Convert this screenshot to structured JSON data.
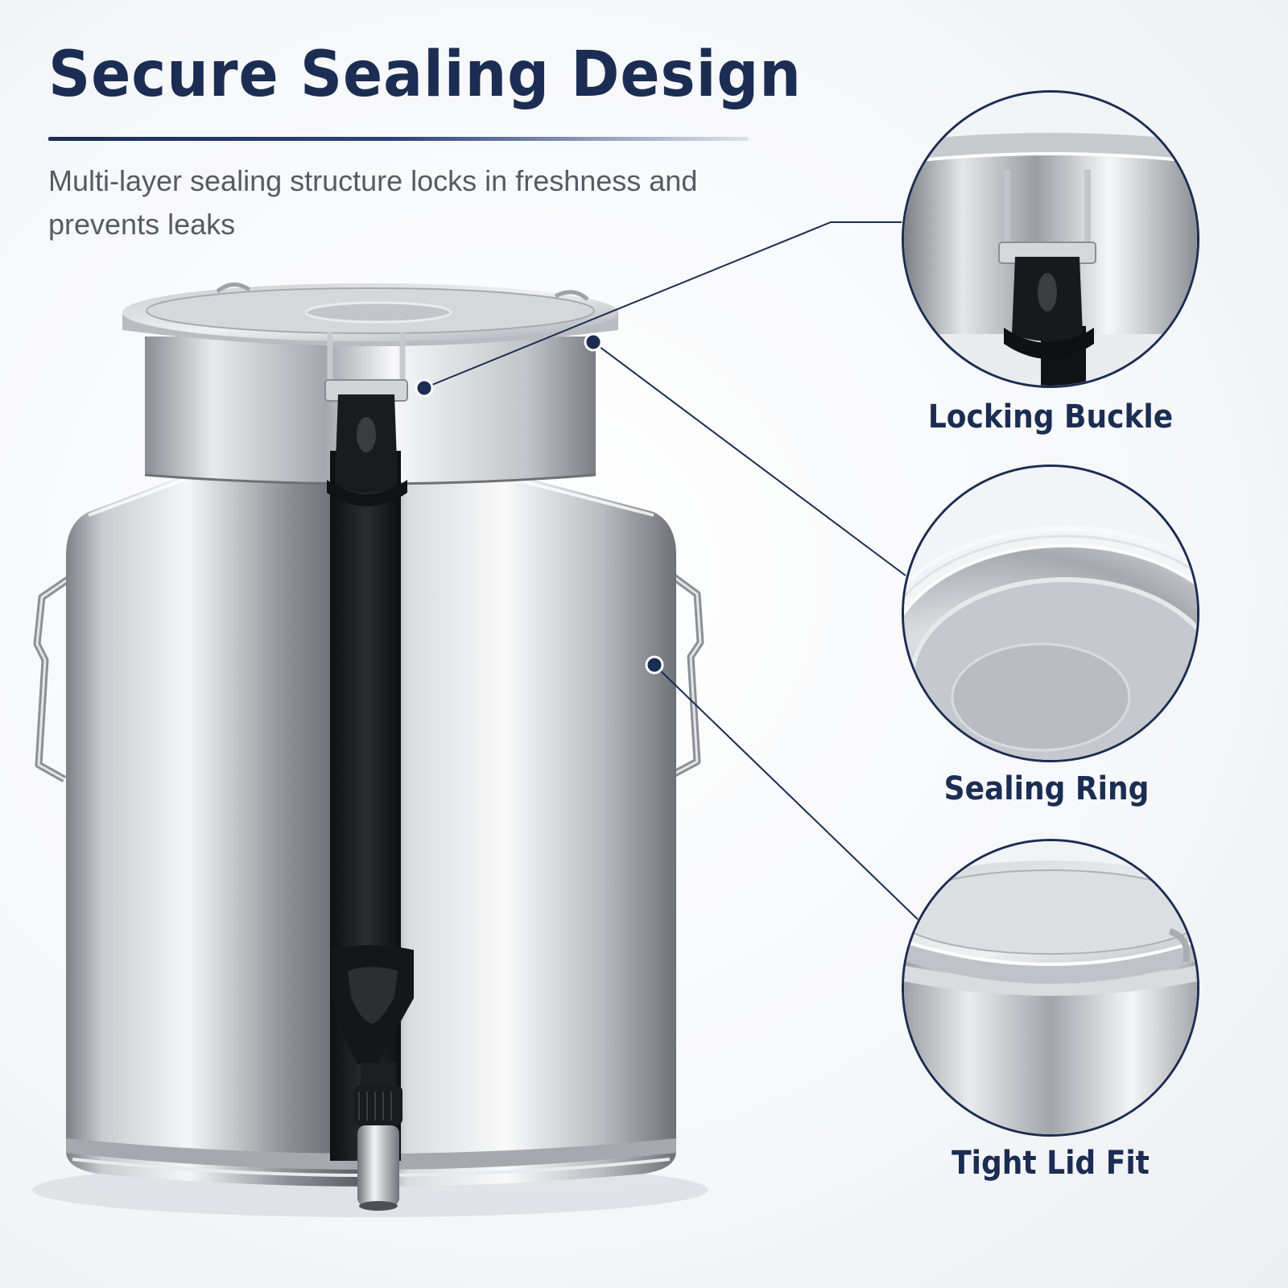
{
  "header": {
    "title": "Secure Sealing Design",
    "subtitle": "Multi-layer sealing structure locks in freshness and prevents leaks"
  },
  "features": [
    {
      "label": "Locking Buckle",
      "icon": "locking-buckle"
    },
    {
      "label": "Sealing Ring",
      "icon": "sealing-ring"
    },
    {
      "label": "Tight Lid Fit",
      "icon": "tight-lid"
    }
  ],
  "colors": {
    "accent": "#1b2d52",
    "text_gray": "#555b63",
    "background": "#f6f7f9"
  }
}
